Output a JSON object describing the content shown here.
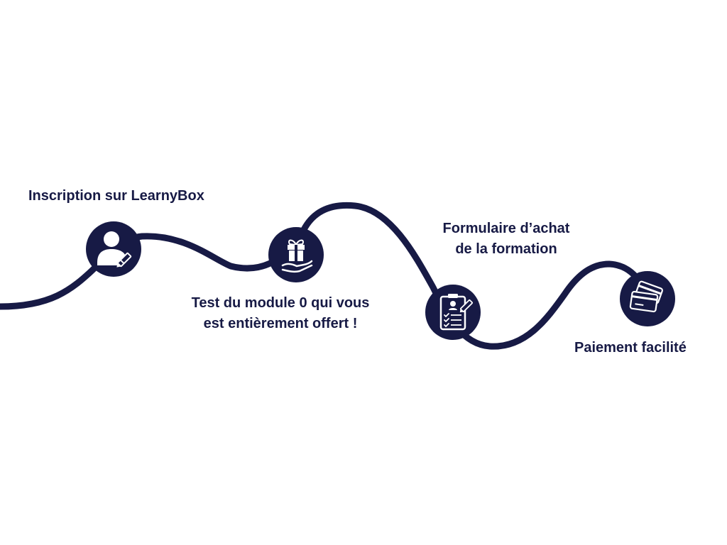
{
  "colors": {
    "navy": "#171a45",
    "background": "#ffffff",
    "icon_stroke": "#ffffff"
  },
  "steps": [
    {
      "label_lines": [
        "Inscription sur LearnyBox"
      ],
      "icon": "user-edit-icon"
    },
    {
      "label_lines": [
        "Test du module 0 qui vous",
        "est entièrement offert !"
      ],
      "icon": "gift-hand-icon"
    },
    {
      "label_lines": [
        "Formulaire d’achat",
        "de la formation"
      ],
      "icon": "clipboard-checklist-icon"
    },
    {
      "label_lines": [
        "Paiement facilité"
      ],
      "icon": "credit-cards-icon"
    }
  ]
}
